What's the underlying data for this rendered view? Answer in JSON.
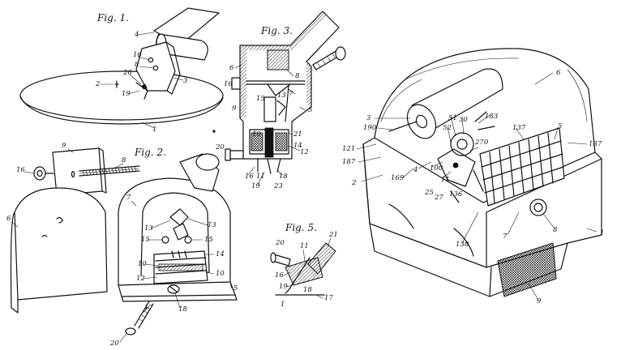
{
  "figures": {
    "fig1": {
      "caption": "Fig. 1.",
      "labels": [
        "4",
        "16",
        "8",
        "20",
        "2",
        "3",
        "19",
        "1"
      ]
    },
    "fig2": {
      "caption": "Fig. 2.",
      "labels": [
        "9",
        "8",
        "16",
        "6",
        "7",
        "13",
        "13",
        "15",
        "15",
        "14",
        "10",
        "10",
        "12",
        "5",
        "17",
        "18",
        "20"
      ]
    },
    "fig3": {
      "caption": "Fig. 3.",
      "labels": [
        "6",
        "8",
        "16",
        "7",
        "9",
        "15",
        "13",
        "5",
        "10",
        "21",
        "14",
        "20",
        "12",
        "16",
        "11",
        "18",
        "19",
        "23"
      ]
    },
    "fig4": {
      "labels": [
        "6",
        "3",
        "190",
        "51",
        "30",
        "52",
        "183",
        "137",
        "5",
        "137",
        "121",
        "187",
        "270",
        "100",
        "4",
        "2",
        "169",
        "11",
        "25",
        "27",
        "136",
        "138",
        "8",
        "7",
        "1",
        "9"
      ]
    },
    "fig5": {
      "caption": "Fig. 5.",
      "labels": [
        "21",
        "20",
        "11",
        "16",
        "19",
        "18",
        "17",
        "1"
      ]
    }
  }
}
